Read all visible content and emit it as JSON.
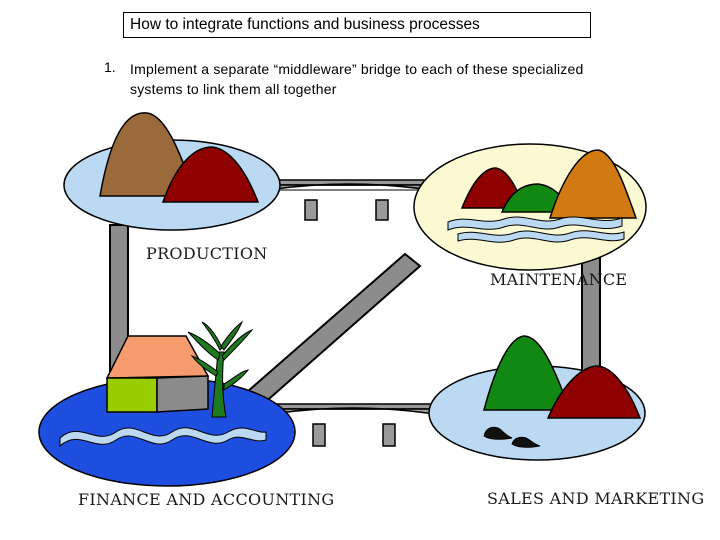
{
  "title": "How to integrate functions and business processes",
  "step": {
    "number": "1.",
    "text": "Implement a separate “middleware” bridge to each of these specialized systems to link them all together"
  },
  "systems": {
    "production": "PRODUCTION",
    "maintenance": "MAINTENANCE",
    "finance": "FINANCE AND ACCOUNTING",
    "sales": "SALES AND MARKETING"
  },
  "colors": {
    "island_light_blue": "#bcd9f3",
    "island_yellow": "#fbf9d2",
    "island_deep_blue": "#1d4ee0",
    "bridge_gray": "#8c8c8c",
    "hill_brown": "#9b6a3a",
    "hill_red": "#8f0000",
    "hill_green": "#118811",
    "hill_orange": "#d27a12",
    "roof_salmon": "#f59b6e",
    "wall_lime": "#9acd00",
    "wall_gray": "#8b8b8b",
    "plant_green": "#1f7a1f"
  }
}
